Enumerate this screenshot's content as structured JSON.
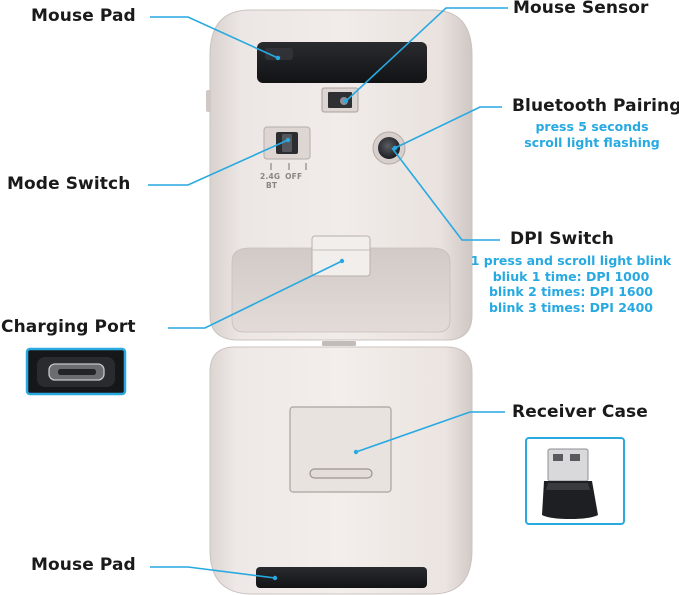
{
  "labels": {
    "mouse_pad_top": "Mouse Pad",
    "mouse_sensor": "Mouse Sensor",
    "bluetooth_pairing": "Bluetooth Pairing",
    "mode_switch": "Mode Switch",
    "dpi_switch": "DPI Switch",
    "charging_port": "Charging Port",
    "receiver_case": "Receiver Case",
    "mouse_pad_bottom": "Mouse Pad"
  },
  "notes": {
    "bluetooth": [
      "press 5 seconds",
      "scroll light flashing"
    ],
    "dpi": [
      "1 press and scroll light blink",
      "bliuk 1 time: DPI 1000",
      "blink 2 times: DPI 1600",
      "blink 3 times: DPI 2400"
    ]
  },
  "mode_switch_marks": {
    "left": "2.4G",
    "middle": "OFF",
    "right": "BT"
  },
  "colors": {
    "accent": "#27a9e1",
    "body": "#ebe5e3",
    "pad": "#1c1d20"
  }
}
